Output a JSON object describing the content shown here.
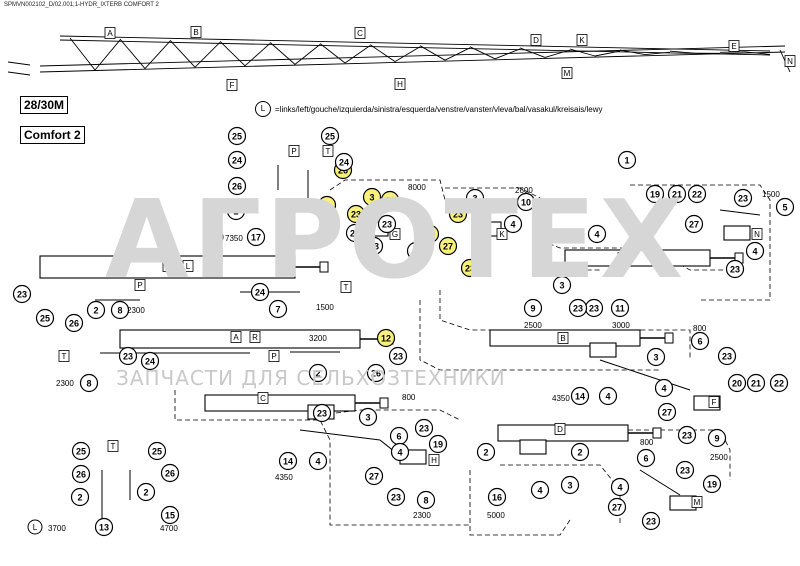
{
  "header": {
    "code": "SPMVN002102_D/02.001;1-HYDR_IXTERB COMFORT 2"
  },
  "model": {
    "size": "28/30M",
    "variant": "Comfort 2"
  },
  "legend": {
    "key": "L",
    "text": "=links/left/gouche/izquierda/sinistra/esquerda/venstre/vanster/vleva/bal/vasakul/kreisais/lewy"
  },
  "watermark": {
    "brand": "АГРОТЕХ",
    "tagline": "ЗАПЧАСТИ ДЛЯ СЕЛЬХОЗТЕХНИКИ"
  },
  "boom_section_labels": [
    "A",
    "B",
    "C",
    "D",
    "E",
    "F",
    "G",
    "H",
    "K",
    "M",
    "N"
  ],
  "cylinder_labels": [
    "A",
    "B",
    "C",
    "D",
    "E",
    "F",
    "G",
    "H",
    "K",
    "L",
    "M",
    "N",
    "P",
    "R",
    "T"
  ],
  "part_numbers": [
    "1",
    "2",
    "3",
    "4",
    "5",
    "6",
    "7",
    "8",
    "9",
    "10",
    "11",
    "12",
    "13",
    "14",
    "15",
    "16",
    "17",
    "18",
    "19",
    "20",
    "21",
    "22",
    "23",
    "24",
    "25",
    "26",
    "27"
  ],
  "length_labels": [
    "1500",
    "2300",
    "2500",
    "2800",
    "3000",
    "3200",
    "3700",
    "4350",
    "4700",
    "5000",
    "7350",
    "800",
    "8000"
  ]
}
